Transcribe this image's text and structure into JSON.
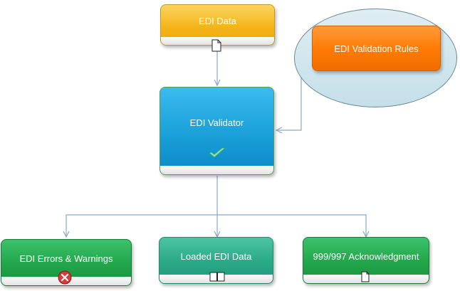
{
  "diagram": {
    "nodes": {
      "edi_data": {
        "label": "EDI Data",
        "color": "#f4b51a",
        "icon": "document-icon"
      },
      "validation_rules": {
        "label": "EDI Validation Rules",
        "color": "#ff7c05"
      },
      "validator": {
        "label": "EDI Validator",
        "color": "#1a9fd8",
        "icon": "checkmark-icon"
      },
      "errors": {
        "label": "EDI Errors & Warnings",
        "color": "#22a54a",
        "icon": "error-x-icon"
      },
      "loaded": {
        "label": "Loaded EDI Data",
        "color": "#2aa987",
        "icon": "book-icon"
      },
      "ack": {
        "label": "999/997 Acknowledgment",
        "color": "#22a54a",
        "icon": "document-icon"
      }
    },
    "edges": [
      {
        "from": "edi_data",
        "to": "validator"
      },
      {
        "from": "validation_rules",
        "to": "validator"
      },
      {
        "from": "validator",
        "to": "errors"
      },
      {
        "from": "validator",
        "to": "loaded"
      },
      {
        "from": "validator",
        "to": "ack"
      }
    ],
    "colors": {
      "connector": "#8aa8c8"
    }
  }
}
